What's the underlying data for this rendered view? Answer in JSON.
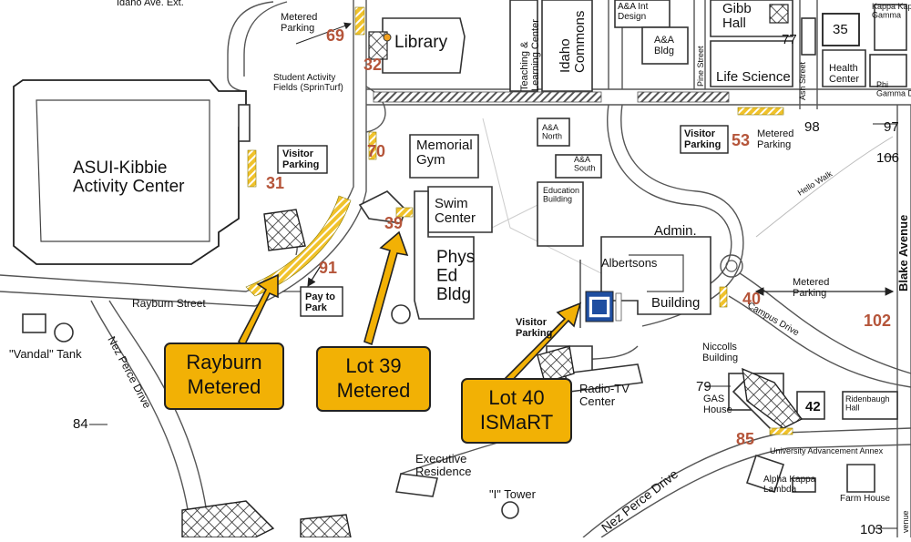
{
  "map_labels": {
    "idaho_ave_ext": "Idaho Ave. Ext.",
    "metered_parking_69": "Metered\nParking",
    "lot_69": "69",
    "library": "Library",
    "lot_32": "32",
    "teaching_learning_center": "Teaching &\nLearning Center",
    "idaho_commons": "Idaho\nCommons",
    "aa_int_design": "A&A Int\nDesign",
    "aa_bldg": "A&A\nBldg",
    "gibb_hall": "Gibb\nHall",
    "label_77": "77",
    "label_35": "35",
    "kappa_kappa_gamma": "Kappa Kapp\nGamma",
    "life_science": "Life Science",
    "pine_street": "Pine Street",
    "ash_street": "Ash Street",
    "health_center": "Health\nCenter",
    "phi_gamma_delta": "Phi\nGamma De",
    "student_activity_fields": "Student Activity\nFields (SprinTurf)",
    "asui_kibbie": "ASUI-Kibbie\nActivity Center",
    "visitor_parking_31": "Visitor\nParking",
    "lot_31": "31",
    "lot_70": "70",
    "memorial_gym": "Memorial\nGym",
    "aa_north": "A&A\nNorth",
    "aa_south": "A&A\nSouth",
    "education_building": "Education\nBuilding",
    "visitor_parking_53": "Visitor\nParking",
    "lot_53": "53",
    "metered_parking_53": "Metered\nParking",
    "label_98": "98",
    "label_97": "97",
    "label_106": "106",
    "hello_walk": "Hello Walk",
    "swim_center": "Swim\nCenter",
    "lot_39": "39",
    "phys_ed_bldg": "Phys\nEd\nBldg",
    "admin_building_top": "Admin.",
    "albertsons": "Albertsons",
    "admin_building_bottom": "Building",
    "blake_avenue": "Blake Avenue",
    "metered_parking_40": "Metered\nParking",
    "lot_40": "40",
    "campus_drive": "Campus Drive",
    "lot_102": "102",
    "lot_91": "91",
    "rayburn_street": "Rayburn Street",
    "pay_to_park": "Pay to\nPark",
    "visitor_parking_40": "Visitor\nParking",
    "vandal_tank": "\"Vandal\" Tank",
    "nez_perce_drive_w": "Nez Perce Drive",
    "label_84": "84",
    "niccolls_building": "Niccolls\nBuilding",
    "label_79": "79",
    "gas_house": "GAS\nHouse",
    "label_42": "42",
    "ridenbaugh_hall": "Ridenbaugh\nHall",
    "radio_tv_center": "Radio-TV\nCenter",
    "lot_85": "85",
    "university_advancement_annex": "University Advancement Annex",
    "alpha_kappa_lambda": "Alpha Kappa\nLambda",
    "farm_house": "Farm House",
    "executive_residence": "Executive\nResidence",
    "i_tower": "\"I\" Tower",
    "nez_perce_drive_e": "Nez Perce Drive",
    "label_103": "103",
    "venue": "venue"
  },
  "callouts": {
    "rayburn": "Rayburn\nMetered",
    "lot39": "Lot 39\nMetered",
    "lot40": "Lot 40\nISMaRT"
  },
  "colors": {
    "callout_fill": "#f2b105",
    "lot_number": "#b5553a",
    "parking_hatch": "#f0c22b",
    "ismart_sign": "#1f4ea0"
  },
  "icons": {
    "ismart_sign": "parking-sign-icon"
  }
}
